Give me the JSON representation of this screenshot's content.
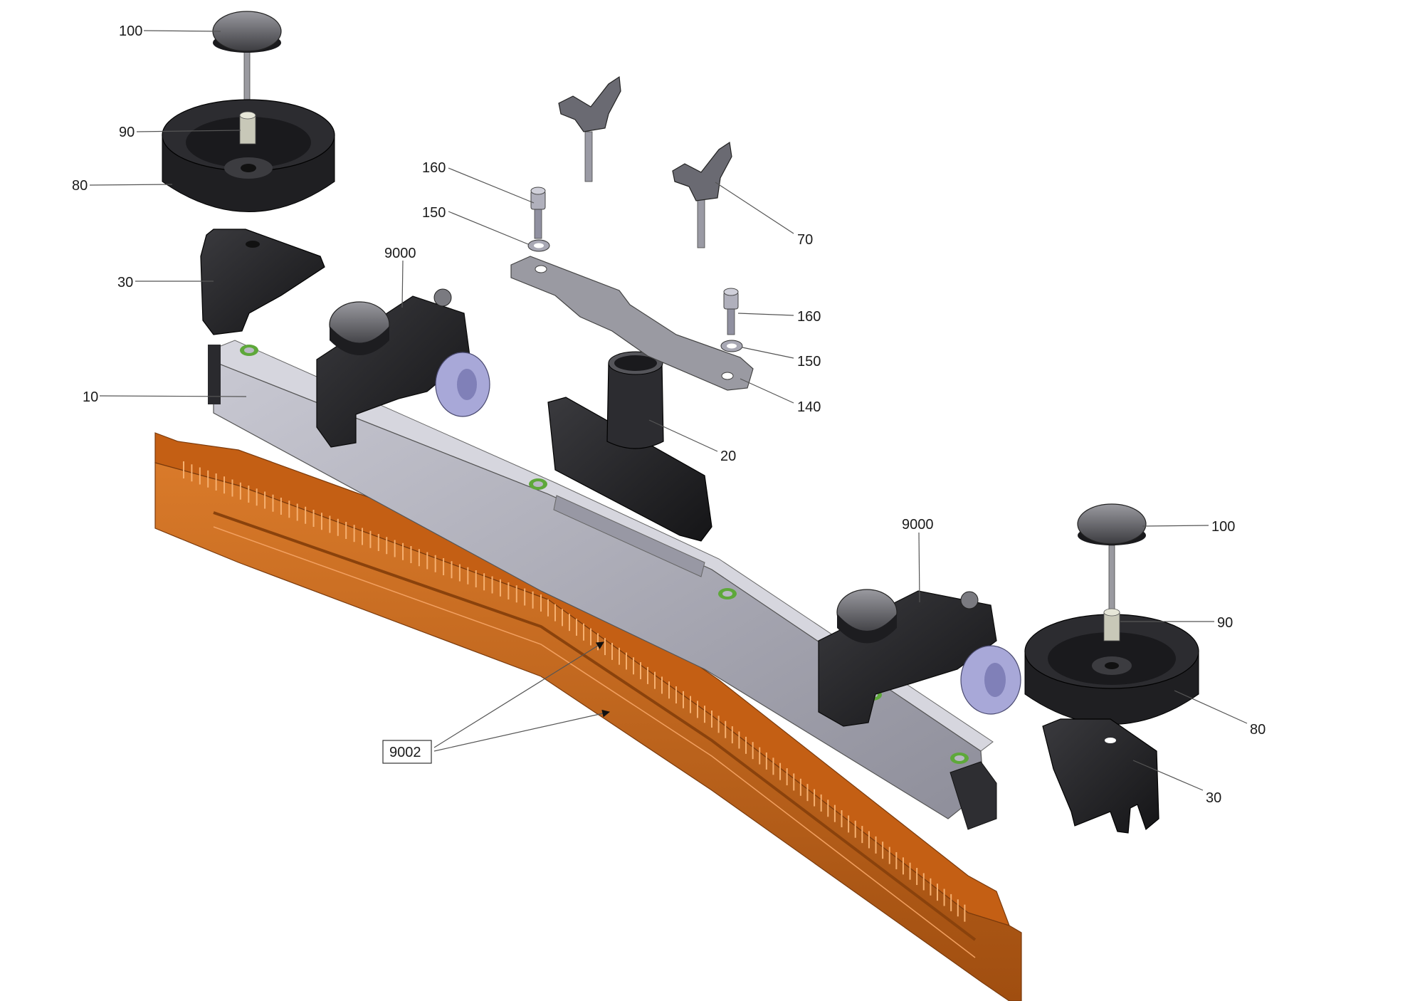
{
  "diagram": {
    "callouts": {
      "knob_top_left": "100",
      "bushing_top_left": "90",
      "wheel_top_left": "80",
      "bracket_top_left": "30",
      "wheel_assembly_left": "9000",
      "frame": "10",
      "wing_screw_upper": "70",
      "screw_upper": "160",
      "washer_upper": "150",
      "screw_lower": "160",
      "washer_lower": "150",
      "plate": "140",
      "connector": "20",
      "wheel_assembly_right": "9000",
      "knob_right": "100",
      "bushing_right": "90",
      "wheel_right": "80",
      "bracket_right": "30",
      "squeegee_blades": "9002"
    }
  }
}
